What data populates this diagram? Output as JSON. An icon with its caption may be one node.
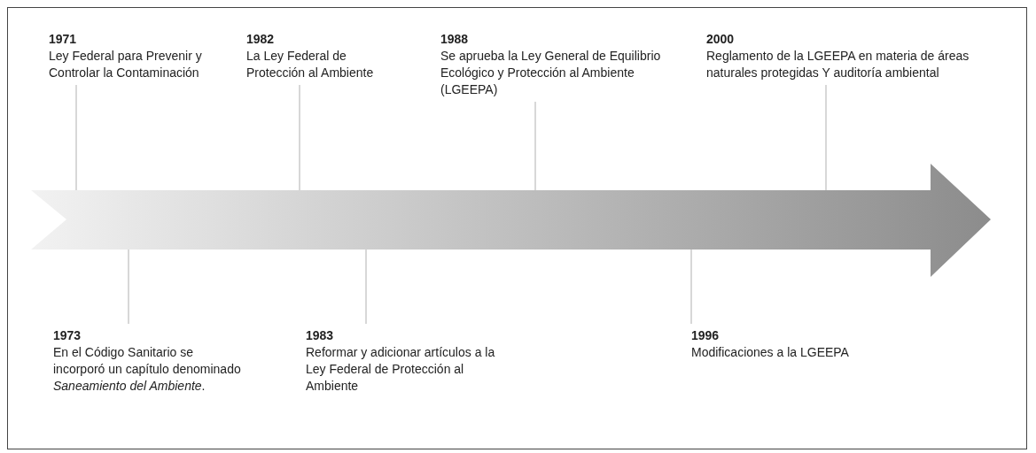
{
  "diagram": {
    "nodes": [
      {
        "text": [],
        "shape": "arrow"
      },
      {
        "text": [
          "1971",
          "Ley Federal para Prevenir y Controlar la Contaminación"
        ]
      },
      {
        "text": [
          "1982",
          "La Ley Federal de Protección al Ambiente"
        ]
      },
      {
        "text": [
          "1988",
          "Se aprueba la Ley General de Equilibrio Ecológico y Protección al Ambiente (LGEEPA)"
        ]
      },
      {
        "text": [
          "2000",
          "Reglamento de la LGEEPA en materia de áreas naturales protegidas Y auditoría ambiental"
        ]
      },
      {
        "text": [
          "1973",
          "En el Código Sanitario se incorporó un capítulo denominado *Saneamiento del Ambiente*."
        ]
      },
      {
        "text": [
          "1983",
          "Reformar y adicionar artículos a la Ley Federal de Protección al Ambiente"
        ]
      },
      {
        "text": [
          "1996",
          "Modificaciones a la LGEEPA"
        ]
      }
    ],
    "edges": [
      {
        "from": 1,
        "to": 0,
        "arrow": "none"
      },
      {
        "from": 2,
        "to": 0,
        "arrow": "none"
      },
      {
        "from": 3,
        "to": 0,
        "arrow": "none"
      },
      {
        "from": 4,
        "to": 0,
        "arrow": "none"
      },
      {
        "from": 5,
        "to": 0,
        "arrow": "none"
      },
      {
        "from": 6,
        "to": 0,
        "arrow": "none"
      },
      {
        "from": 7,
        "to": 0,
        "arrow": "none"
      }
    ]
  }
}
